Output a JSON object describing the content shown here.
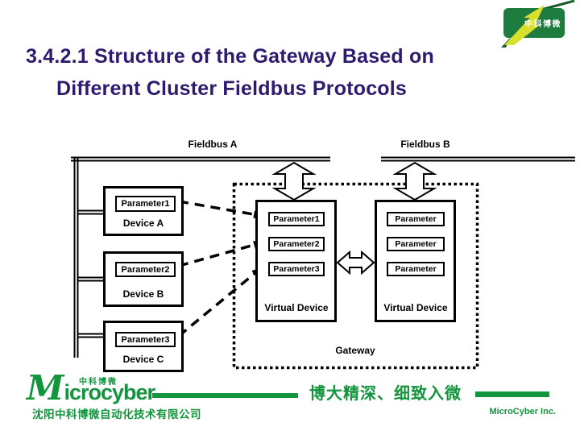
{
  "title": {
    "line1": "3.4.2.1 Structure of the Gateway Based on",
    "line2": "Different Cluster Fieldbus Protocols",
    "color": "#2e1a6e"
  },
  "header_logo": {
    "text": "中科博微",
    "rect_green": "#1e7c3e",
    "bolt_yellow": "#d9e02b",
    "dark_green": "#175a2b"
  },
  "diagram": {
    "fieldbus_a_label": "Fieldbus A",
    "fieldbus_b_label": "Fieldbus B",
    "devices": [
      {
        "param": "Parameter1",
        "name": "Device A"
      },
      {
        "param": "Parameter2",
        "name": "Device B"
      },
      {
        "param": "Parameter3",
        "name": "Device C"
      }
    ],
    "virtual_device_a": {
      "params": [
        "Parameter1",
        "Parameter2",
        "Parameter3"
      ],
      "label": "Virtual Device"
    },
    "virtual_device_b": {
      "params": [
        "Parameter",
        "Parameter",
        "Parameter"
      ],
      "label": "Virtual Device"
    },
    "gateway_label": "Gateway"
  },
  "footer": {
    "logo_m": "M",
    "logo_rest": "icrocyber",
    "logo_cn": "中科博微",
    "company_cn": "沈阳中科博微自动化技术有限公司",
    "slogan": "博大精深、细致入微",
    "company_en": "MicroCyber Inc.",
    "green": "#12953c"
  }
}
